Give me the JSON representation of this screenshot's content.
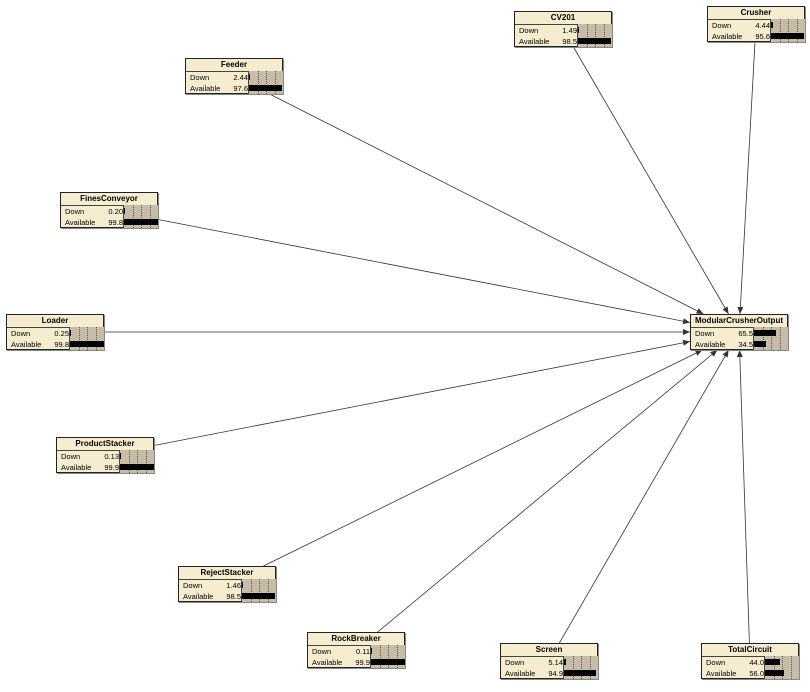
{
  "diagram": {
    "nodes": [
      {
        "id": "CV201",
        "title": "CV201",
        "states": [
          {
            "label": "Down",
            "value": "1.49",
            "pct": 1.49
          },
          {
            "label": "Available",
            "value": "98.5",
            "pct": 98.5
          }
        ]
      },
      {
        "id": "Crusher",
        "title": "Crusher",
        "states": [
          {
            "label": "Down",
            "value": "4.44",
            "pct": 4.44
          },
          {
            "label": "Available",
            "value": "95.6",
            "pct": 95.6
          }
        ]
      },
      {
        "id": "Feeder",
        "title": "Feeder",
        "states": [
          {
            "label": "Down",
            "value": "2.44",
            "pct": 2.44
          },
          {
            "label": "Available",
            "value": "97.6",
            "pct": 97.6
          }
        ]
      },
      {
        "id": "FinesConveyor",
        "title": "FinesConveyor",
        "states": [
          {
            "label": "Down",
            "value": "0.20",
            "pct": 0.2
          },
          {
            "label": "Available",
            "value": "99.8",
            "pct": 99.8
          }
        ]
      },
      {
        "id": "Loader",
        "title": "Loader",
        "states": [
          {
            "label": "Down",
            "value": "0.25",
            "pct": 0.25
          },
          {
            "label": "Available",
            "value": "99.8",
            "pct": 99.8
          }
        ]
      },
      {
        "id": "ModularCrusherOutput",
        "title": "ModularCrusherOutput",
        "states": [
          {
            "label": "Down",
            "value": "65.5",
            "pct": 65.5
          },
          {
            "label": "Available",
            "value": "34.5",
            "pct": 34.5
          }
        ]
      },
      {
        "id": "ProductStacker",
        "title": "ProductStacker",
        "states": [
          {
            "label": "Down",
            "value": "0.13",
            "pct": 0.13
          },
          {
            "label": "Available",
            "value": "99.9",
            "pct": 99.9
          }
        ]
      },
      {
        "id": "RejectStacker",
        "title": "RejectStacker",
        "states": [
          {
            "label": "Down",
            "value": "1.46",
            "pct": 1.46
          },
          {
            "label": "Available",
            "value": "98.5",
            "pct": 98.5
          }
        ]
      },
      {
        "id": "RockBreaker",
        "title": "RockBreaker",
        "states": [
          {
            "label": "Down",
            "value": "0.11",
            "pct": 0.11
          },
          {
            "label": "Available",
            "value": "99.9",
            "pct": 99.9
          }
        ]
      },
      {
        "id": "Screen",
        "title": "Screen",
        "states": [
          {
            "label": "Down",
            "value": "5.14",
            "pct": 5.14
          },
          {
            "label": "Available",
            "value": "94.9",
            "pct": 94.9
          }
        ]
      },
      {
        "id": "TotalCircuit",
        "title": "TotalCircuit",
        "states": [
          {
            "label": "Down",
            "value": "44.0",
            "pct": 44.0
          },
          {
            "label": "Available",
            "value": "56.0",
            "pct": 56.0
          }
        ]
      }
    ],
    "edges": [
      {
        "from": "CV201",
        "to": "ModularCrusherOutput"
      },
      {
        "from": "Crusher",
        "to": "ModularCrusherOutput"
      },
      {
        "from": "Feeder",
        "to": "ModularCrusherOutput"
      },
      {
        "from": "FinesConveyor",
        "to": "ModularCrusherOutput"
      },
      {
        "from": "Loader",
        "to": "ModularCrusherOutput"
      },
      {
        "from": "ProductStacker",
        "to": "ModularCrusherOutput"
      },
      {
        "from": "RejectStacker",
        "to": "ModularCrusherOutput"
      },
      {
        "from": "RockBreaker",
        "to": "ModularCrusherOutput"
      },
      {
        "from": "Screen",
        "to": "ModularCrusherOutput"
      },
      {
        "from": "TotalCircuit",
        "to": "ModularCrusherOutput"
      }
    ]
  },
  "colors": {
    "node_fill": "#f6ecd0",
    "bar_area": "#c7bca8",
    "bar": "#000000",
    "edge": "#333333"
  }
}
